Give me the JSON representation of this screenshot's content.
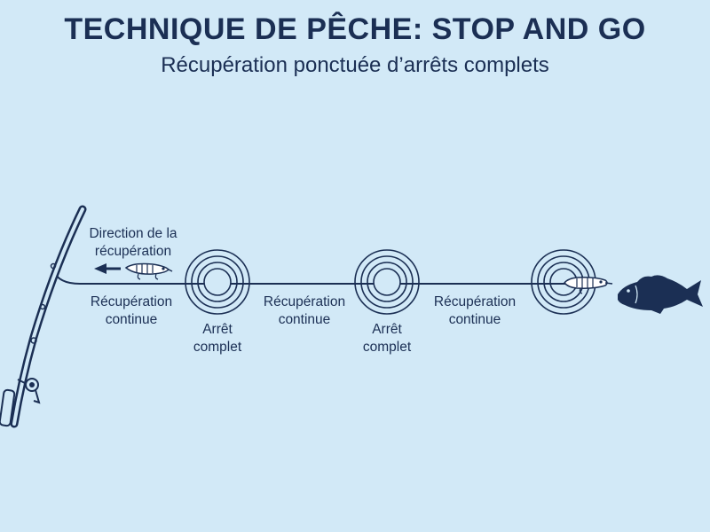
{
  "title": "TECHNIQUE DE PÊCHE: STOP AND GO",
  "subtitle": "Récupération ponctuée d’arrêts complets",
  "direction": {
    "line1": "Direction de la",
    "line2": "récupération"
  },
  "segments": [
    {
      "line1": "Récupération",
      "line2": "continue"
    },
    {
      "line1": "Récupération",
      "line2": "continue"
    },
    {
      "line1": "Récupération",
      "line2": "continue"
    }
  ],
  "stops": [
    {
      "line1": "Arrêt",
      "line2": "complet"
    },
    {
      "line1": "Arrêt",
      "line2": "complet"
    }
  ],
  "stop_marker_count": 3,
  "icons": [
    "fishing-rod-icon",
    "lure-icon",
    "fish-icon",
    "arrow-left-icon",
    "ripple-rings-icon"
  ],
  "colors": {
    "background": "#d2e9f7",
    "ink": "#1b2f54"
  }
}
